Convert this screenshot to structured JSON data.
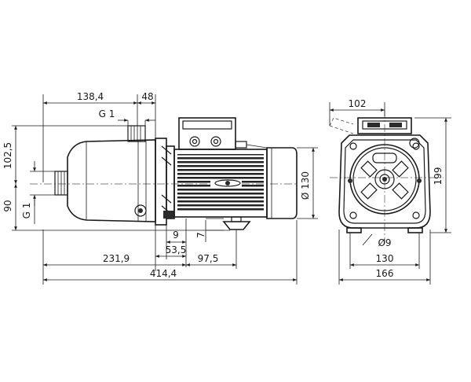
{
  "colors": {
    "line": "#1a1a1a",
    "background": "#ffffff"
  },
  "side_view": {
    "dim_138_4": "138,4",
    "dim_48": "48",
    "dim_g1_top": "G 1",
    "dim_102_5": "102,5",
    "dim_90": "90",
    "dim_g1_left": "G 1",
    "dim_9": "9",
    "dim_7": "7",
    "dim_53_5": "53,5",
    "dim_231_9": "231,9",
    "dim_97_5": "97,5",
    "dim_414_4": "414,4",
    "dim_d130": "Ø 130"
  },
  "end_view": {
    "dim_102": "102",
    "dim_199": "199",
    "dim_d9": "Ø9",
    "dim_130": "130",
    "dim_166": "166"
  }
}
